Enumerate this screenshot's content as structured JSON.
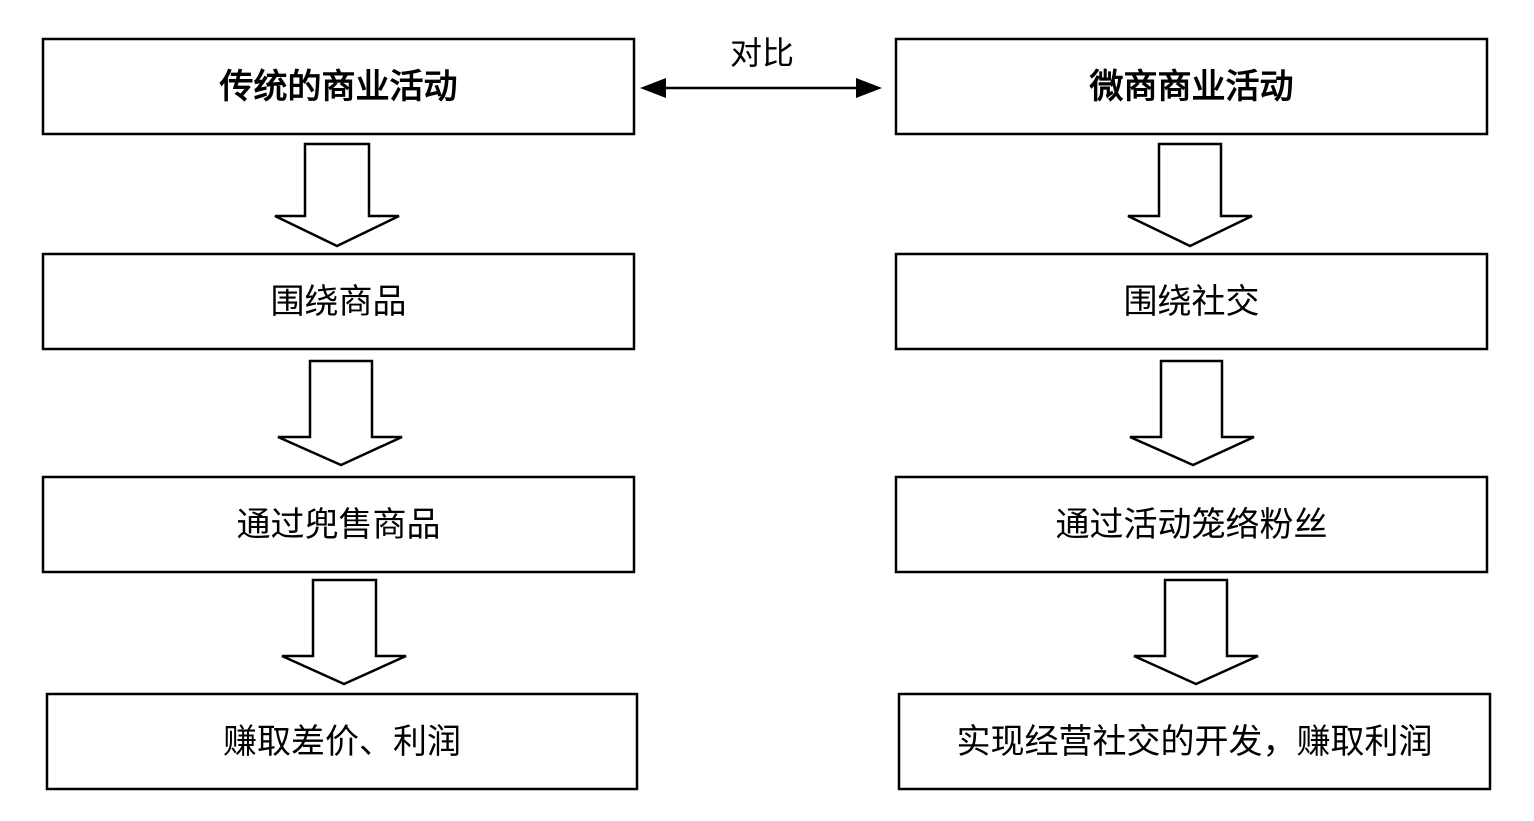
{
  "diagram": {
    "compare_label": "对比",
    "left": {
      "steps": [
        "传统的商业活动",
        "围绕商品",
        "通过兜售商品",
        "赚取差价、利润"
      ]
    },
    "right": {
      "steps": [
        "微商商业活动",
        "围绕社交",
        "通过活动笼络粉丝",
        "实现经营社交的开发，赚取利润"
      ]
    }
  }
}
